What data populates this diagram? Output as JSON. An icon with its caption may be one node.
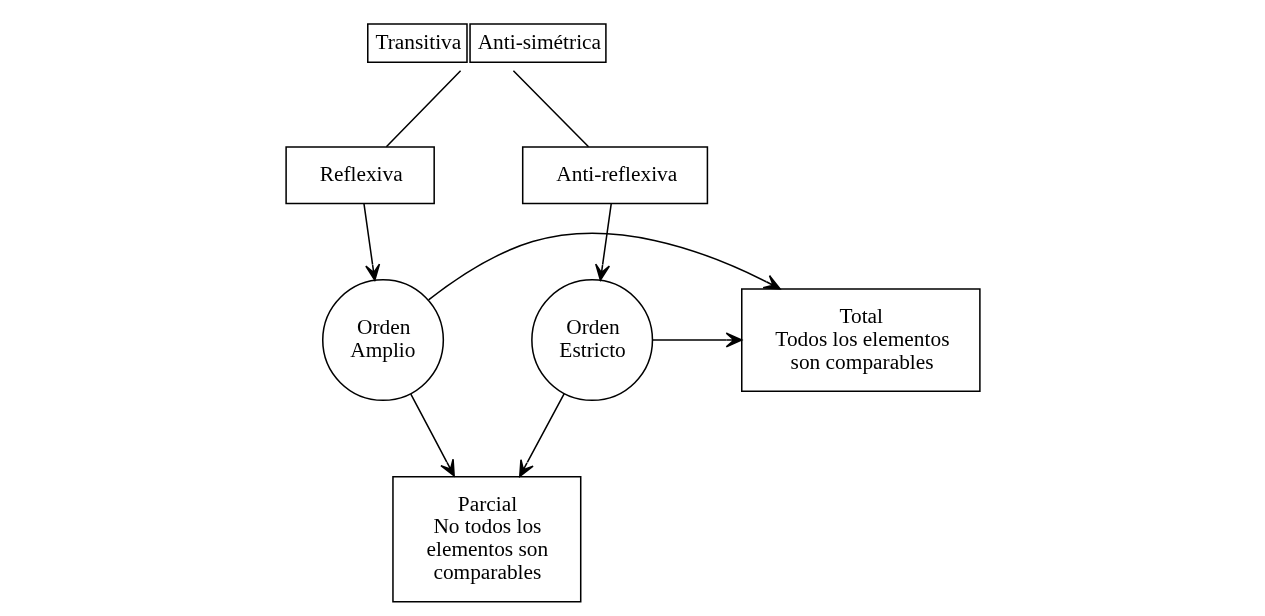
{
  "diagram": {
    "nodes": [
      {
        "text": [
          "Transitiva",
          "Anti-simétrica"
        ]
      },
      {
        "text": [
          "Reflexiva"
        ]
      },
      {
        "text": [
          "Anti-reflexiva"
        ]
      },
      {
        "text": [
          "Orden Amplio"
        ]
      },
      {
        "text": [
          "Total",
          "Todos los elementos son comparables"
        ]
      },
      {
        "text": [
          "Orden Estricto"
        ]
      },
      {
        "text": [
          "Parcial",
          "No todos los elementos son comparables"
        ]
      }
    ],
    "edges": [
      {
        "from": 0,
        "to": 1,
        "arrow": "none"
      },
      {
        "from": 0,
        "to": 2,
        "arrow": "none"
      },
      {
        "from": 1,
        "to": 3,
        "arrow": "to"
      },
      {
        "from": 2,
        "to": 5,
        "arrow": "to"
      },
      {
        "from": 3,
        "to": 4,
        "arrow": "to"
      },
      {
        "from": 5,
        "to": 4,
        "arrow": "to"
      },
      {
        "from": 3,
        "to": 6,
        "arrow": "to"
      },
      {
        "from": 5,
        "to": 6,
        "arrow": "to"
      }
    ]
  }
}
